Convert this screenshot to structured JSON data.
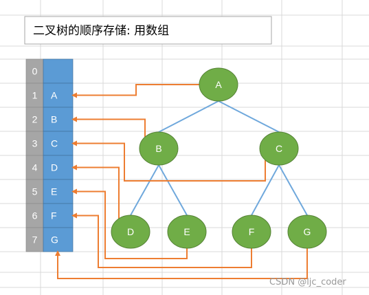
{
  "title": "二叉树的顺序存储: 用数组",
  "watermark": "CSDN @ljc_coder",
  "colors": {
    "index_column": "#a6a6a6",
    "array_cell": "#5b9bd5",
    "node_fill": "#70ad47",
    "node_stroke": "#548235",
    "tree_edge": "#6fa8dc",
    "arrow": "#ed7d31",
    "grid": "#d9d9d9"
  },
  "array": {
    "indices": [
      "0",
      "1",
      "2",
      "3",
      "4",
      "5",
      "6",
      "7"
    ],
    "values": [
      "",
      "A",
      "B",
      "C",
      "D",
      "E",
      "F",
      "G"
    ]
  },
  "tree": {
    "nodes": [
      {
        "id": "A",
        "label": "A",
        "array_index": 1
      },
      {
        "id": "B",
        "label": "B",
        "array_index": 2
      },
      {
        "id": "C",
        "label": "C",
        "array_index": 3
      },
      {
        "id": "D",
        "label": "D",
        "array_index": 4
      },
      {
        "id": "E",
        "label": "E",
        "array_index": 5
      },
      {
        "id": "F",
        "label": "F",
        "array_index": 6
      },
      {
        "id": "G",
        "label": "G",
        "array_index": 7
      }
    ],
    "edges": [
      {
        "from": "A",
        "to": "B"
      },
      {
        "from": "A",
        "to": "C"
      },
      {
        "from": "B",
        "to": "D"
      },
      {
        "from": "B",
        "to": "E"
      },
      {
        "from": "C",
        "to": "F"
      },
      {
        "from": "C",
        "to": "G"
      }
    ]
  }
}
